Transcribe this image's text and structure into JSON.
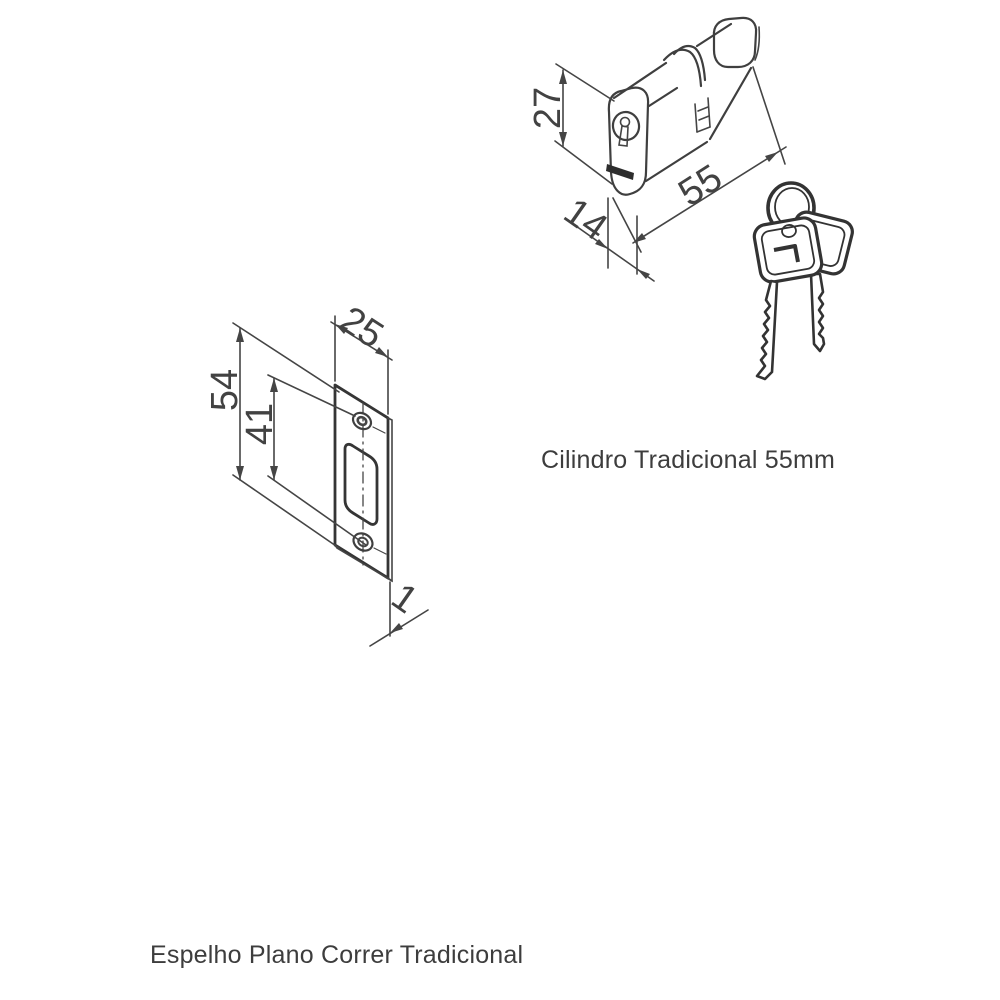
{
  "figures": {
    "cylinder": {
      "caption": "Cilindro Tradicional 55mm",
      "dimensions": {
        "face_height": "27",
        "body_width": "14",
        "length": "55"
      }
    },
    "strike_plate": {
      "caption": "Espelho Plano Correr Tradicional",
      "dimensions": {
        "plate_height": "54",
        "screw_spacing": "41",
        "plate_width": "25",
        "thickness": "1"
      }
    }
  },
  "colors": {
    "background": "#ffffff",
    "line": "#454545",
    "text": "#3d3d3d"
  }
}
